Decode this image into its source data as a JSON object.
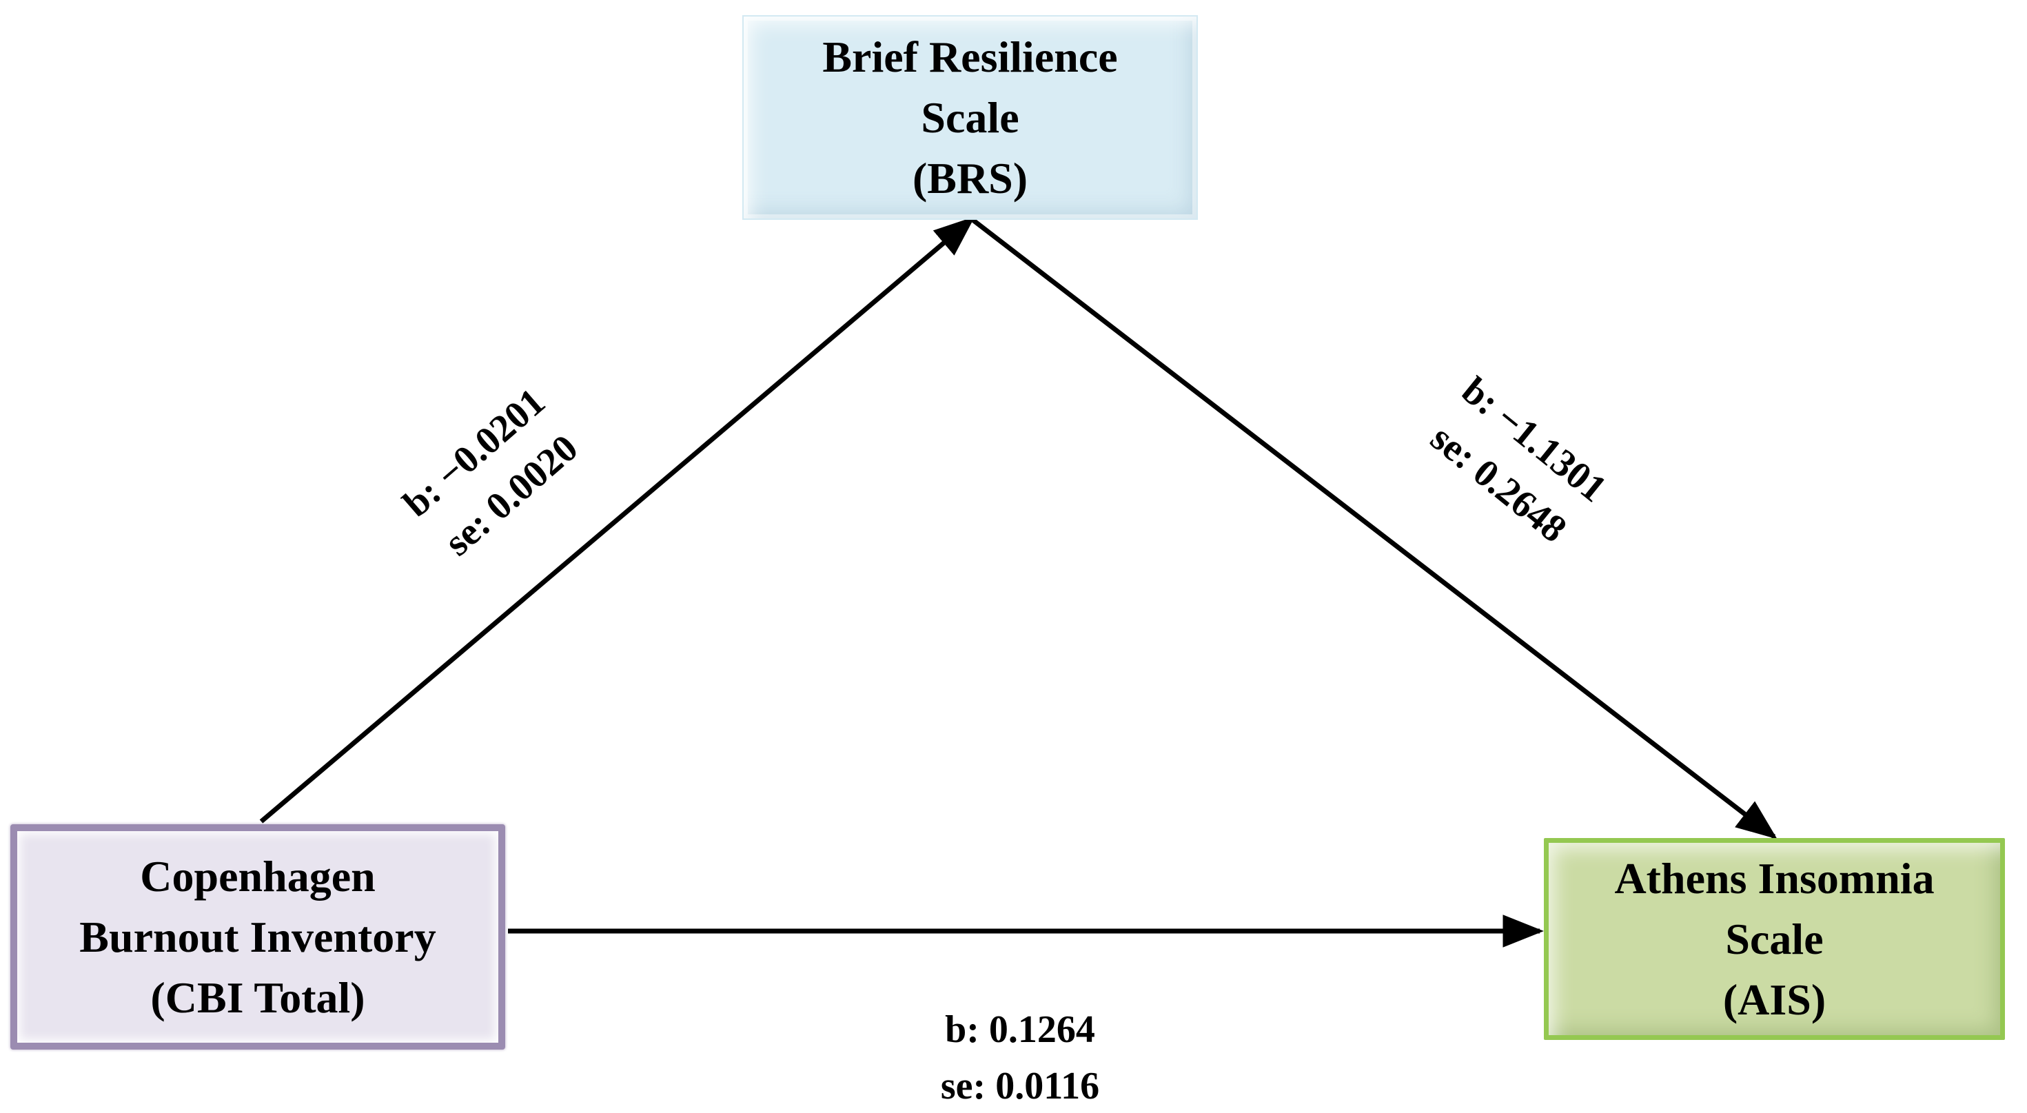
{
  "figure": {
    "type": "mediation-path-diagram",
    "background": "#ffffff",
    "arrow_color": "#000000",
    "text_color": "#000000",
    "nodes": {
      "mediator": {
        "lines": [
          "Brief Resilience",
          "Scale",
          "(BRS)"
        ],
        "fill": "#d9ecf4",
        "border": "#d3e9f2"
      },
      "predictor": {
        "lines": [
          "Copenhagen",
          "Burnout Inventory",
          "(CBI Total)"
        ],
        "fill": "#e8e4ef",
        "border": "#9b8cb1"
      },
      "outcome": {
        "lines": [
          "Athens Insomnia",
          "Scale",
          "(AIS)"
        ],
        "fill": "#cbdba4",
        "border": "#94c851"
      }
    },
    "paths": {
      "a_predictor_to_mediator": {
        "b_label": "b: −0.0201",
        "se_label": "se: 0.0020"
      },
      "b_mediator_to_outcome": {
        "b_label": "b: −1.1301",
        "se_label": "se: 0.2648"
      },
      "c_predictor_to_outcome": {
        "b_label": "b: 0.1264",
        "se_label": "se: 0.0116"
      }
    }
  }
}
